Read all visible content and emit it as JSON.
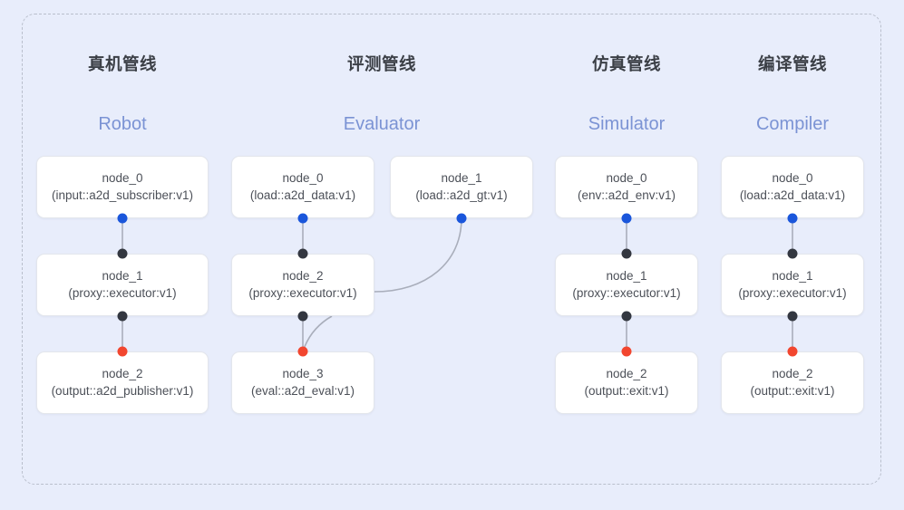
{
  "diagram": {
    "background_color": "#e8edfb",
    "frame_border_color": "#b9bfcc",
    "accent_color": "#7b93d4",
    "port_colors": {
      "input": "#1a56db",
      "middle": "#333740",
      "output": "#f2462f"
    }
  },
  "columns": [
    {
      "id": "robot",
      "title_cn": "真机管线",
      "title_en": "Robot",
      "nodes": [
        {
          "name": "node_0",
          "type": "(input::a2d_subscriber:v1)"
        },
        {
          "name": "node_1",
          "type": "(proxy::executor:v1)"
        },
        {
          "name": "node_2",
          "type": "(output::a2d_publisher:v1)"
        }
      ]
    },
    {
      "id": "evaluator",
      "title_cn": "评测管线",
      "title_en": "Evaluator",
      "nodes": [
        {
          "name": "node_0",
          "type": "(load::a2d_data:v1)"
        },
        {
          "name": "node_2",
          "type": "(proxy::executor:v1)"
        },
        {
          "name": "node_3",
          "type": "(eval::a2d_eval:v1)"
        }
      ],
      "extra_nodes": [
        {
          "name": "node_1",
          "type": "(load::a2d_gt:v1)"
        }
      ]
    },
    {
      "id": "simulator",
      "title_cn": "仿真管线",
      "title_en": "Simulator",
      "nodes": [
        {
          "name": "node_0",
          "type": "(env::a2d_env:v1)"
        },
        {
          "name": "node_1",
          "type": "(proxy::executor:v1)"
        },
        {
          "name": "node_2",
          "type": "(output::exit:v1)"
        }
      ]
    },
    {
      "id": "compiler",
      "title_cn": "编译管线",
      "title_en": "Compiler",
      "nodes": [
        {
          "name": "node_0",
          "type": "(load::a2d_data:v1)"
        },
        {
          "name": "node_1",
          "type": "(proxy::executor:v1)"
        },
        {
          "name": "node_2",
          "type": "(output::exit:v1)"
        }
      ]
    }
  ]
}
